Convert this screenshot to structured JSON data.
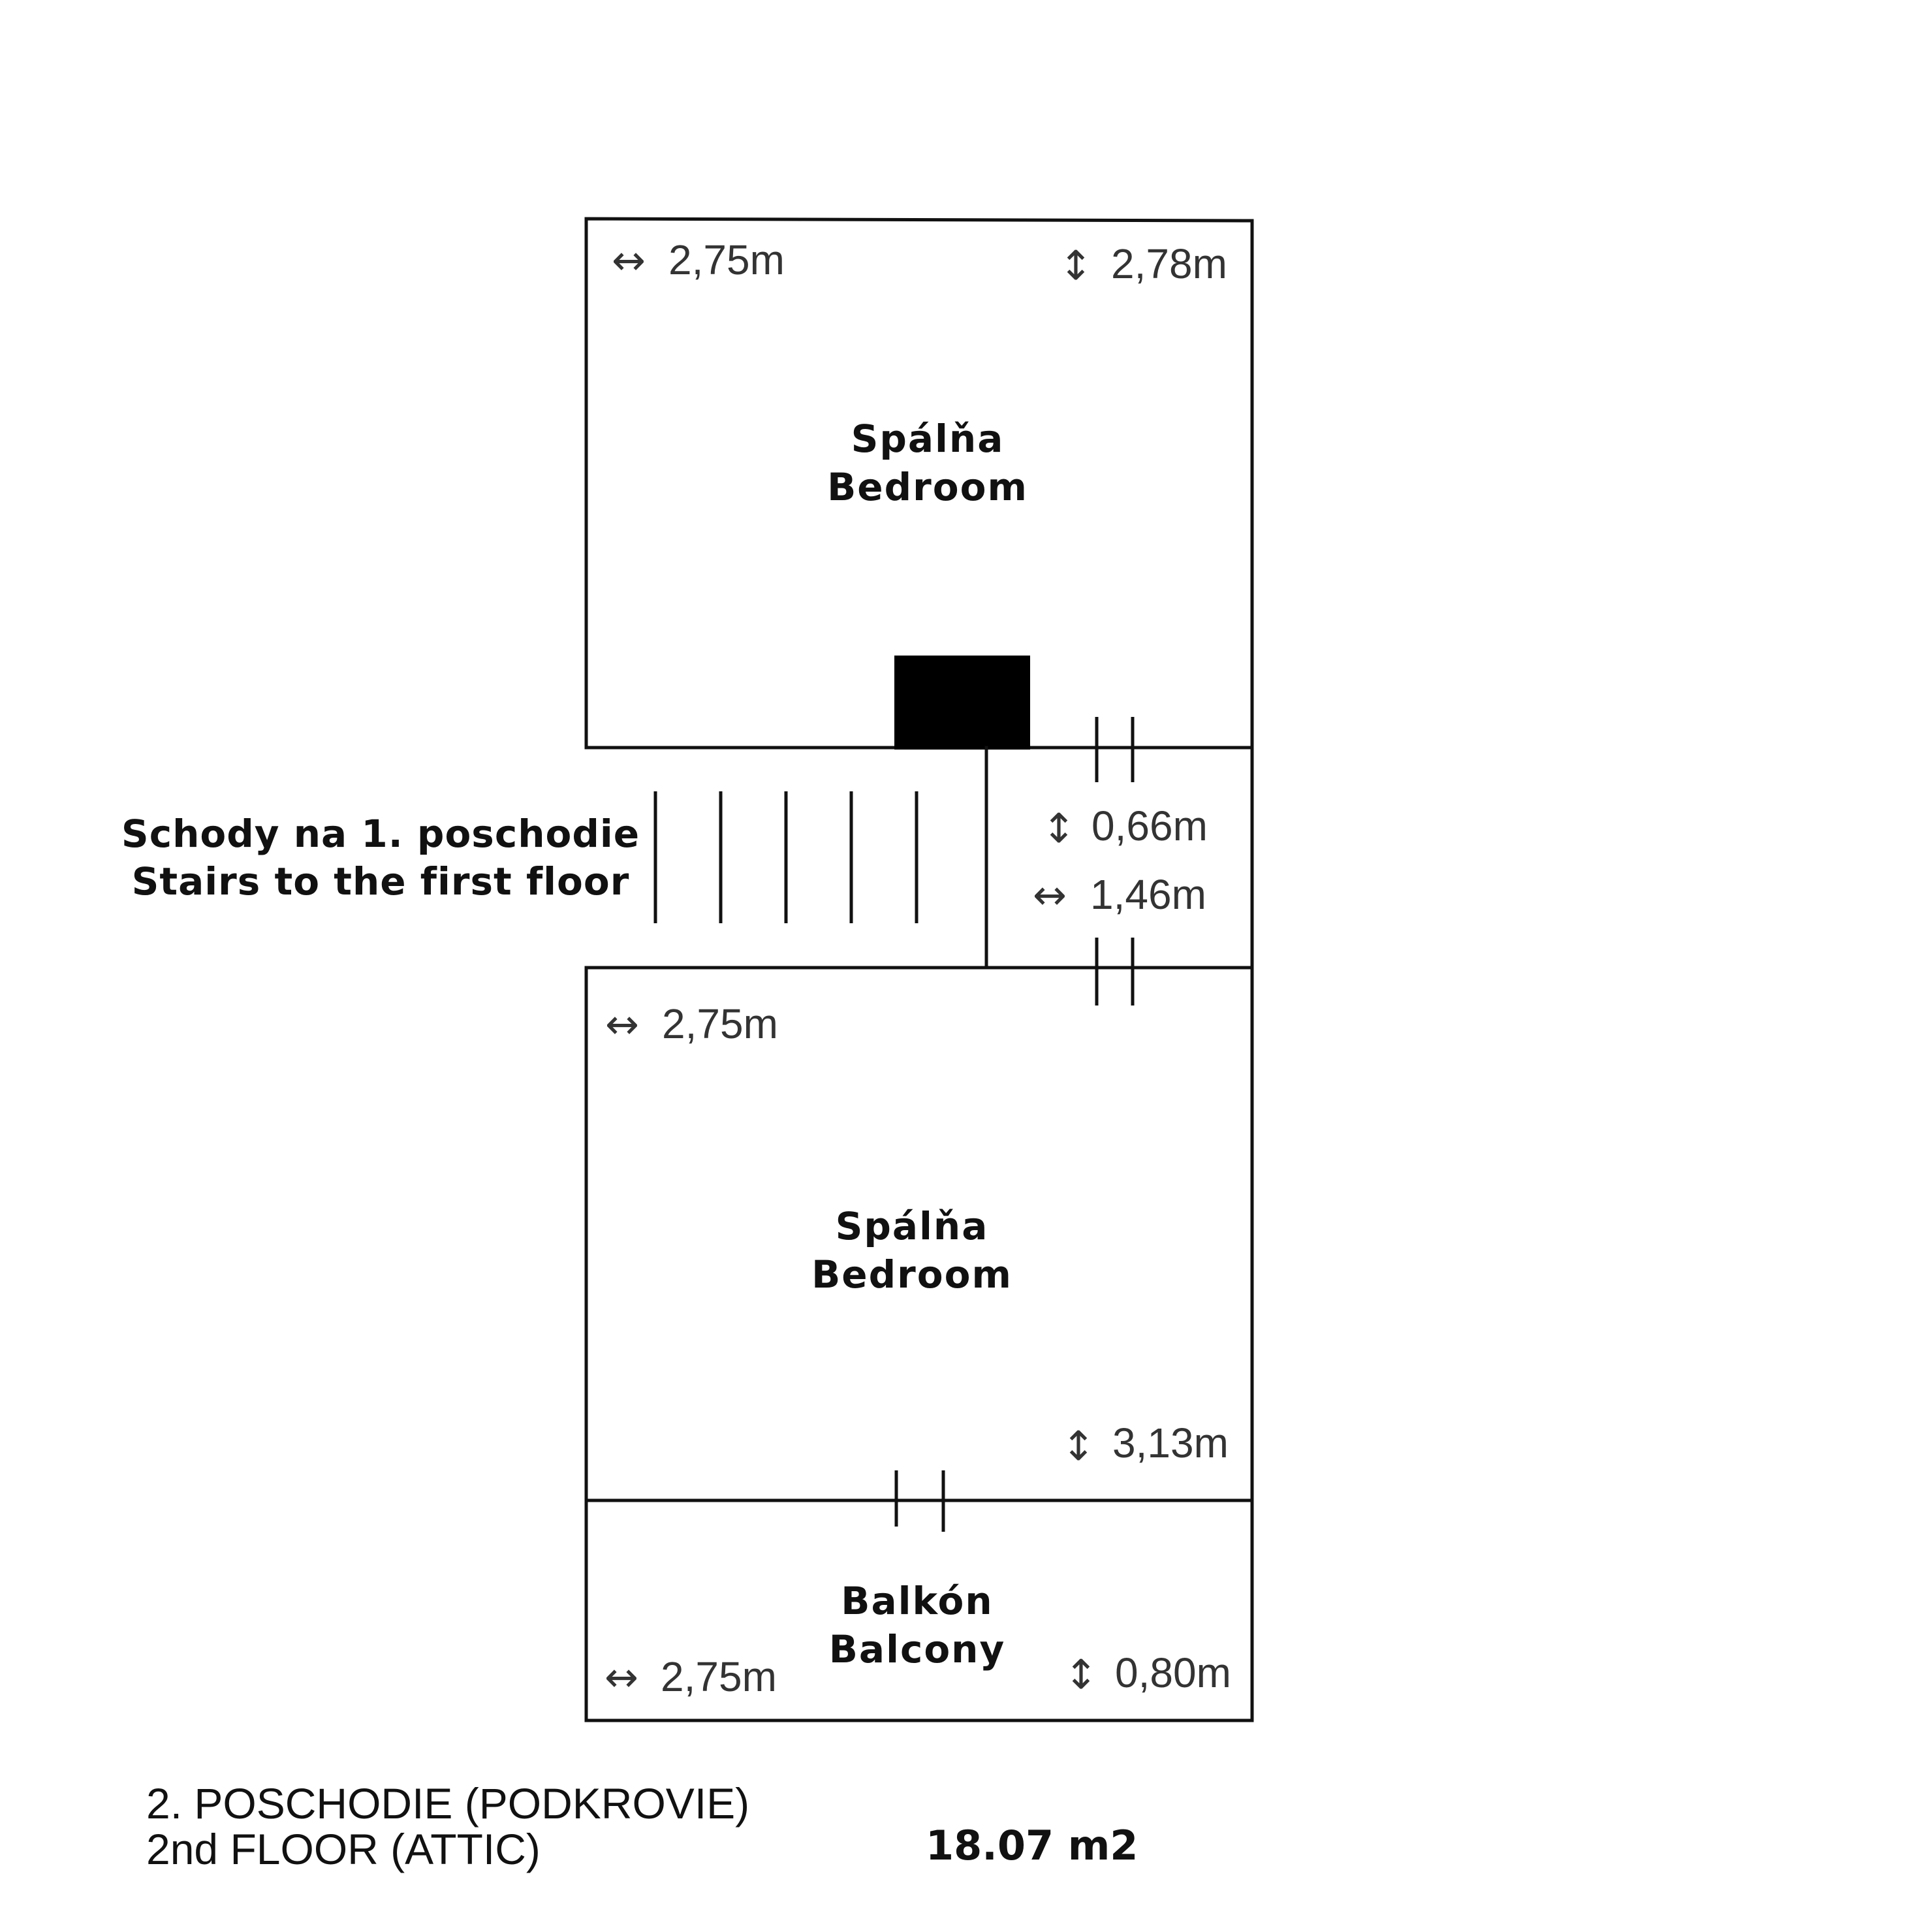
{
  "rooms": {
    "bedroom_top": {
      "label_sk": "Spálňa",
      "label_en": "Bedroom",
      "width": "2,75m",
      "length": "2,78m"
    },
    "hallway": {
      "length": "0,66m",
      "width": "1,46m"
    },
    "bedroom_bottom": {
      "label_sk": "Spálňa",
      "label_en": "Bedroom",
      "width": "2,75m",
      "length": "3,13m"
    },
    "balcony": {
      "label_sk": "Balkón",
      "label_en": "Balcony",
      "width": "2,75m",
      "length": "0,80m"
    }
  },
  "stairs": {
    "label_sk": "Schody na 1. poschodie",
    "label_en": "Stairs to the first floor"
  },
  "symbols": {
    "horizontal": "↔",
    "vertical": "↕"
  },
  "floor": {
    "title_sk": "2. POSCHODIE (PODKROVIE)",
    "title_en": "2nd FLOOR (ATTIC)",
    "area": "18.07 m2"
  },
  "colors": {
    "walls": "#111111",
    "text": "#333333",
    "background": "#ffffff"
  }
}
